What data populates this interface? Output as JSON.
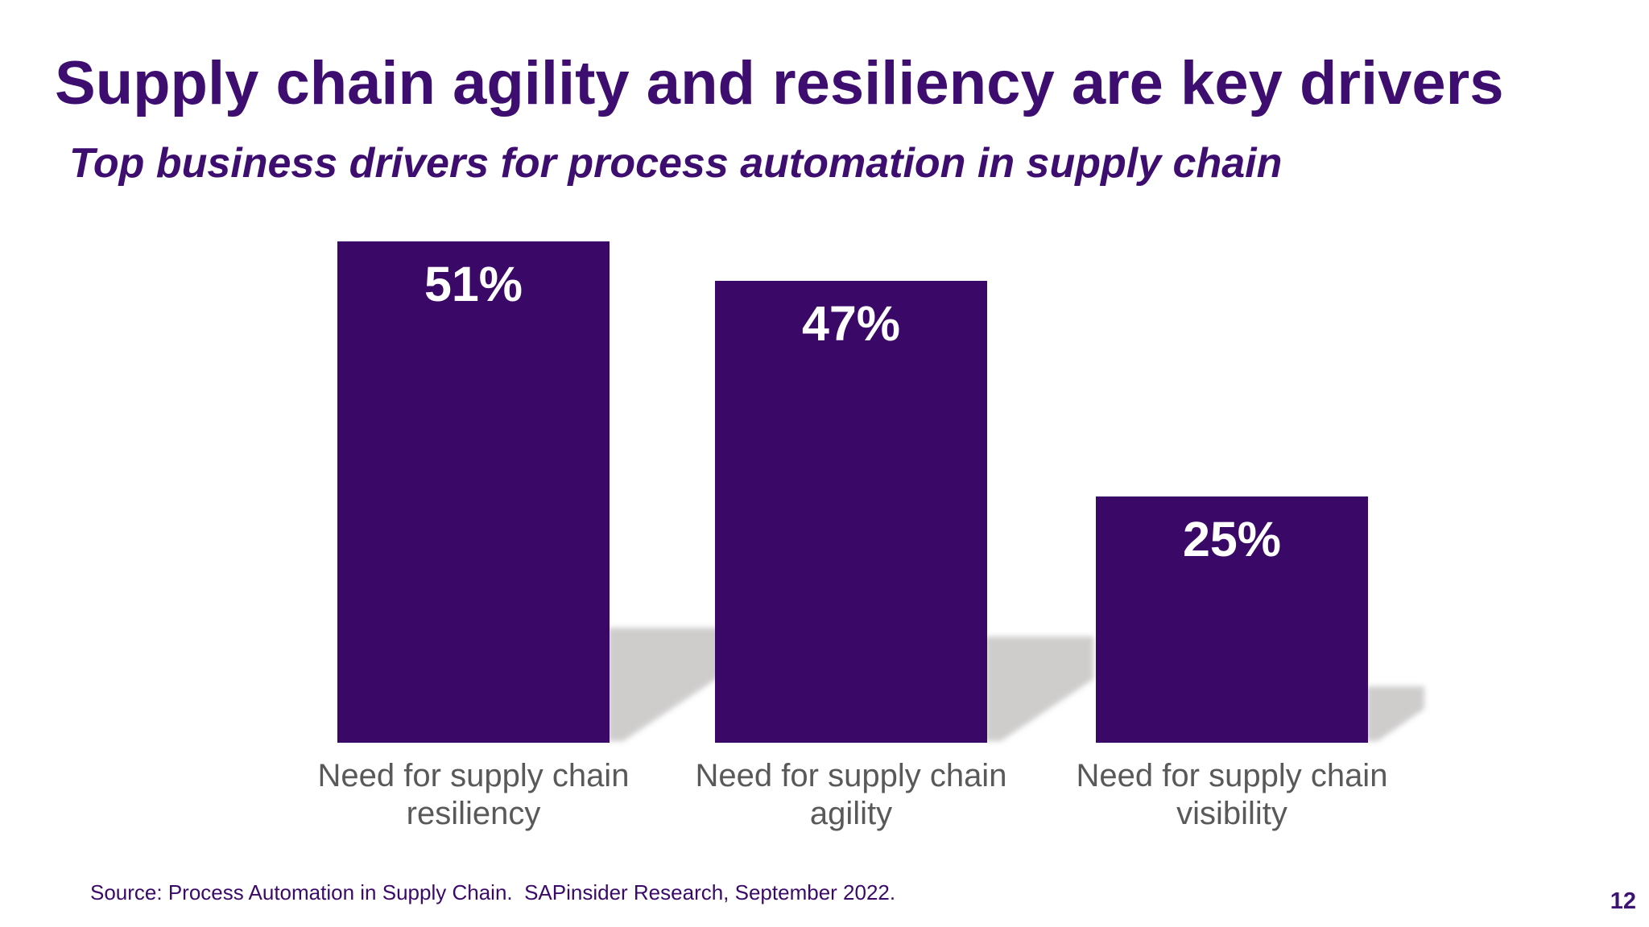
{
  "header": {
    "title": "Supply chain agility and resiliency are key drivers",
    "subtitle": "Top business drivers for process automation in supply chain"
  },
  "chart_data": {
    "type": "bar",
    "title": "Top business drivers for process automation in supply chain",
    "categories": [
      "Need for supply chain resiliency",
      "Need for supply chain agility",
      "Need for supply chain visibility"
    ],
    "values": [
      51,
      47,
      25
    ],
    "unit": "%",
    "data_labels": [
      "51%",
      "47%",
      "25%"
    ],
    "ylim": [
      0,
      51
    ],
    "grid": false,
    "legend": "none",
    "orientation": "vertical",
    "bar_color": "#3a0968",
    "value_label_color": "#ffffff",
    "category_label_color": "#595959",
    "shadow_color": "#c9c8c6"
  },
  "footer": {
    "source": "Source: Process Automation in Supply Chain.  SAPinsider Research, September 2022.",
    "page_number": "12"
  },
  "colors": {
    "title": "#3d0d70",
    "background": "#ffffff"
  }
}
